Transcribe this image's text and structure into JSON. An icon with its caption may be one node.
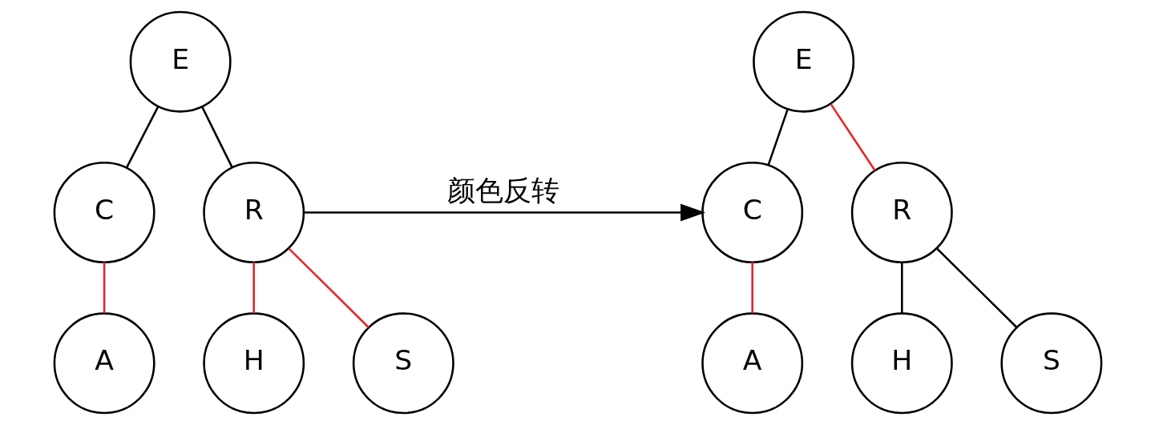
{
  "diagram": {
    "nodes": [
      {
        "text": [
          "E"
        ]
      },
      {
        "text": [
          "C"
        ]
      },
      {
        "text": [
          "R"
        ]
      },
      {
        "text": [
          "A"
        ]
      },
      {
        "text": [
          "H"
        ]
      },
      {
        "text": [
          "S"
        ]
      },
      {
        "text": [
          "E"
        ]
      },
      {
        "text": [
          "C"
        ]
      },
      {
        "text": [
          "R"
        ]
      },
      {
        "text": [
          "A"
        ]
      },
      {
        "text": [
          "H"
        ]
      },
      {
        "text": [
          "S"
        ]
      }
    ],
    "edges": [
      {
        "from": 0,
        "to": 1,
        "arrow": "none"
      },
      {
        "from": 0,
        "to": 2,
        "arrow": "none"
      },
      {
        "from": 1,
        "to": 3,
        "arrow": "none",
        "color": "#e8262a"
      },
      {
        "from": 2,
        "to": 4,
        "arrow": "none",
        "color": "#e8262a"
      },
      {
        "from": 2,
        "to": 5,
        "arrow": "none",
        "color": "#e8262a"
      },
      {
        "from": 2,
        "to": 7,
        "arrow": "to",
        "label": "颜色反转"
      },
      {
        "from": 6,
        "to": 7,
        "arrow": "none"
      },
      {
        "from": 6,
        "to": 8,
        "arrow": "none",
        "color": "#e8262a"
      },
      {
        "from": 7,
        "to": 9,
        "arrow": "none",
        "color": "#e8262a"
      },
      {
        "from": 8,
        "to": 10,
        "arrow": "none"
      },
      {
        "from": 8,
        "to": 11,
        "arrow": "none"
      }
    ]
  }
}
